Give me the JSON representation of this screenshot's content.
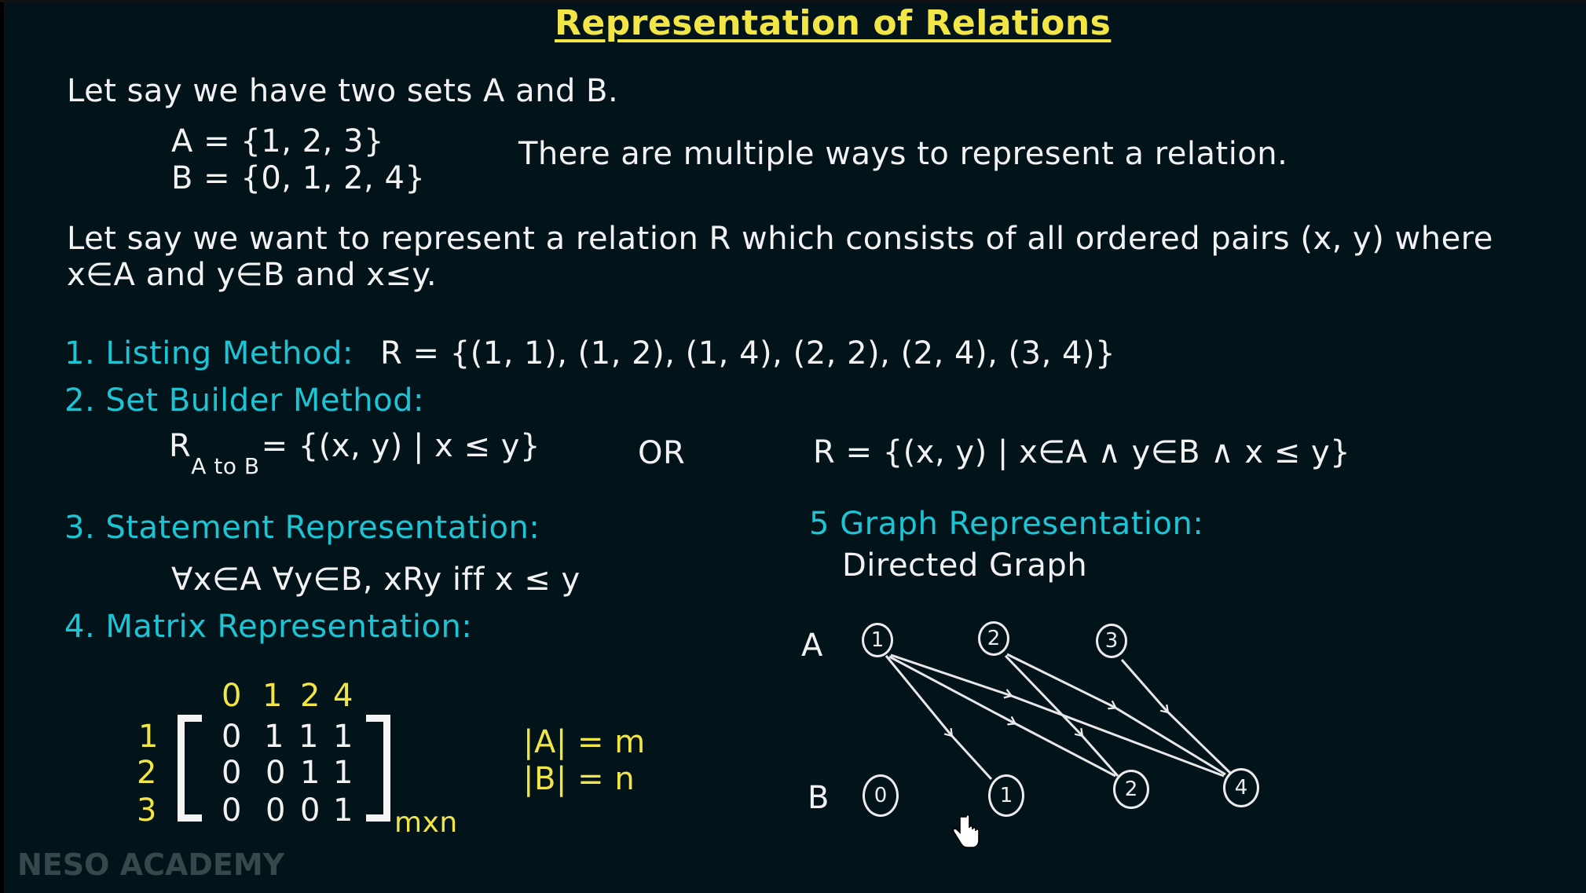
{
  "title": "Representation of Relations",
  "intro": {
    "line": "Let say we have two sets A and B.",
    "set_a": "A = {1, 2, 3}",
    "set_b": "B = {0, 1, 2, 4}",
    "note": "There are multiple ways to represent a relation."
  },
  "relation_description": {
    "line1": "Let say we want to represent a relation R which consists of all ordered pairs (x, y) where",
    "line2": "x∈A and y∈B and x≤y."
  },
  "methods": {
    "listing": {
      "label": "1. Listing Method:",
      "value": "R = {(1, 1), (1, 2), (1, 4), (2, 2), (2, 4), (3, 4)}"
    },
    "set_builder": {
      "label": "2. Set Builder Method:",
      "lhs_symbol": "R",
      "lhs_subscript": "A to B",
      "lhs_rest": "= {(x, y) | x ≤ y}",
      "or": "OR",
      "rhs": "R = {(x, y) | x∈A ∧ y∈B ∧ x ≤ y}"
    },
    "statement": {
      "label": "3. Statement Representation:",
      "value": "∀x∈A ∀y∈B, xRy iff x ≤ y"
    },
    "matrix": {
      "label": "4. Matrix Representation:",
      "col_headers": [
        "0",
        "1",
        "2",
        "4"
      ],
      "row_headers": [
        "1",
        "2",
        "3"
      ],
      "rows": [
        [
          "0",
          "1",
          "1",
          "1"
        ],
        [
          "0",
          "0",
          "1",
          "1"
        ],
        [
          "0",
          "0",
          "0",
          "1"
        ]
      ],
      "dimension": "mxn",
      "card_a": "|A| = m",
      "card_b": "|B| = n"
    },
    "graph": {
      "label": "5 Graph Representation:",
      "sublabel": "Directed Graph",
      "row_a_label": "A",
      "row_b_label": "B",
      "nodes_a": [
        "1",
        "2",
        "3"
      ],
      "nodes_b": [
        "0",
        "1",
        "2",
        "4"
      ],
      "edges": [
        [
          "1",
          "1"
        ],
        [
          "1",
          "2"
        ],
        [
          "1",
          "4"
        ],
        [
          "2",
          "2"
        ],
        [
          "2",
          "4"
        ],
        [
          "3",
          "4"
        ]
      ]
    }
  },
  "watermark": "NESO ACADEMY",
  "colors": {
    "background": "#02141a",
    "title": "#f2e646",
    "heading": "#1cc4d4",
    "text": "#f2f2f2",
    "watermark": "#37474b"
  }
}
